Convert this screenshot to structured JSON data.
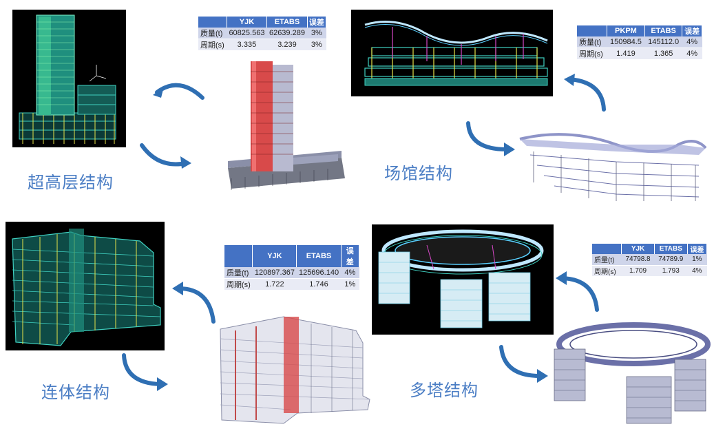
{
  "captions": {
    "highrise": "超高层结构",
    "stadium": "场馆结构",
    "connected": "连体结构",
    "multitower": "多塔结构"
  },
  "tables": {
    "highrise": {
      "headers": [
        "",
        "YJK",
        "ETABS",
        "误差"
      ],
      "rows": [
        [
          "质量(t)",
          "60825.563",
          "62639.289",
          "3%"
        ],
        [
          "周期(s)",
          "3.335",
          "3.239",
          "3%"
        ]
      ]
    },
    "stadium": {
      "headers": [
        "",
        "PKPM",
        "ETABS",
        "误差"
      ],
      "rows": [
        [
          "质量(t)",
          "150984.5",
          "145112.0",
          "4%"
        ],
        [
          "周期(s)",
          "1.419",
          "1.365",
          "4%"
        ]
      ]
    },
    "connected": {
      "headers": [
        "",
        "YJK",
        "ETABS",
        "误差"
      ],
      "rows": [
        [
          "质量(t)",
          "120897.367",
          "125696.140",
          "4%"
        ],
        [
          "周期(s)",
          "1.722",
          "1.746",
          "1%"
        ]
      ]
    },
    "multitower": {
      "headers": [
        "",
        "YJK",
        "ETABS",
        "误差"
      ],
      "rows": [
        [
          "质量(t)",
          "74798.8",
          "74789.9",
          "1%"
        ],
        [
          "周期(s)",
          "1.709",
          "1.793",
          "4%"
        ]
      ]
    }
  },
  "colors": {
    "caption": "#4a7dc4",
    "table_header": "#4472c4",
    "arrow": "#2f6fb3",
    "yjk_model": "#3fd0c0",
    "etabs_model": "#9aa4d8"
  }
}
